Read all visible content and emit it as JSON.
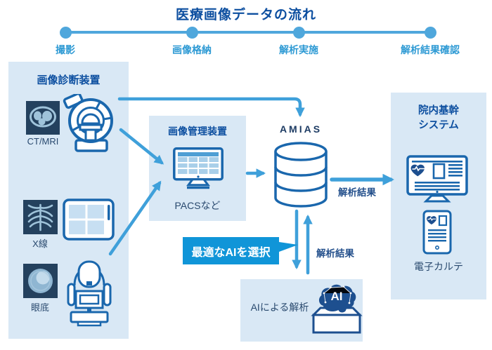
{
  "title": "医療画像データの流れ",
  "colors": {
    "accent_arrow_blue": "#3fa0da",
    "timeline_blue": "#4fa7dc",
    "timeline_label_blue": "#2e9ad4",
    "heading_navy": "#0d4fa0",
    "label_navy": "#29496e",
    "panel_bg": "#d9e8f5",
    "icon_stroke_blue": "#1a67ad",
    "icon_dark_square": "#24415e",
    "callout_bg": "#1095d8",
    "brain_blue": "#1d4f8f"
  },
  "timeline": {
    "steps": [
      {
        "label": "撮影"
      },
      {
        "label": "画像格納"
      },
      {
        "label": "解析実施"
      },
      {
        "label": "解析結果確認"
      }
    ]
  },
  "devices_panel": {
    "title": "画像診断装置",
    "items": [
      {
        "label": "CT/MRI",
        "icon": "ct-scan-icon + mri-machine-icon"
      },
      {
        "label": "X線",
        "icon": "chest-xray-icon + flat-panel-detector-icon"
      },
      {
        "label": "眼底",
        "icon": "fundus-image-icon + fundus-camera-icon"
      }
    ]
  },
  "pacs_box": {
    "title": "画像管理装置",
    "caption": "PACSなど",
    "icon": "pacs-monitor-icon"
  },
  "amias": {
    "label": "AMIAS",
    "icon": "database-cylinder-icon"
  },
  "callout": {
    "label": "最適なAIを選択"
  },
  "ai_box": {
    "caption": "AIによる解析",
    "badge": "AI",
    "icon": "ai-brain-icon"
  },
  "hospital_panel": {
    "title_line1": "院内基幹",
    "title_line2": "システム",
    "caption": "電子カルテ",
    "icons": "ehr-monitor-icon + ehr-tablet-icon"
  },
  "flow_labels": {
    "to_hospital": "解析結果",
    "from_ai": "解析結果"
  }
}
